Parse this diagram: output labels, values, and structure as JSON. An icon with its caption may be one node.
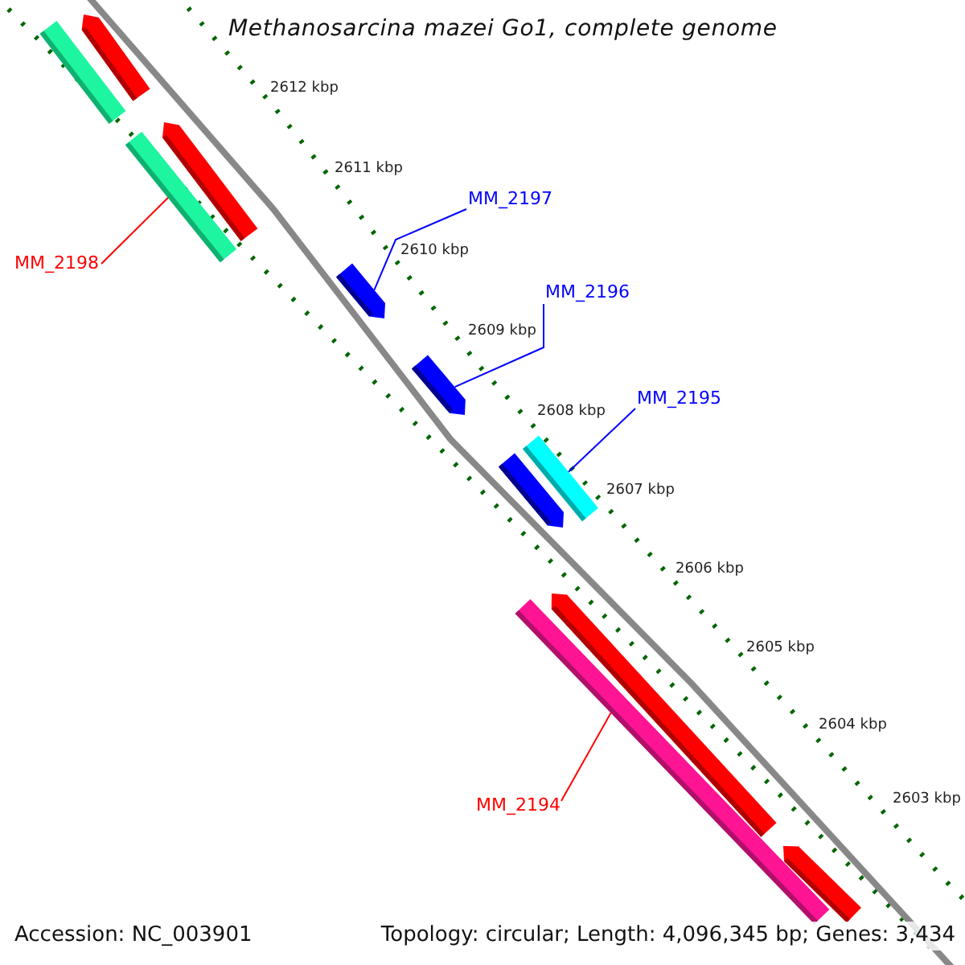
{
  "diagram": {
    "title": "Methanosarcina mazei Go1, complete genome",
    "nodes": [
      {
        "text": [
          "MM_2197"
        ]
      },
      {
        "text": [
          "MM_2196"
        ]
      },
      {
        "text": [
          "MM_2195"
        ]
      },
      {
        "text": [
          "MM_2198"
        ]
      },
      {
        "text": [
          "MM_2194"
        ]
      },
      {
        "text": [],
        "shape": "bar"
      },
      {
        "text": [],
        "shape": "bar"
      },
      {
        "text": [],
        "shape": "bar"
      },
      {
        "text": [],
        "shape": "bar"
      },
      {
        "text": [],
        "shape": "bar"
      },
      {
        "text": [],
        "shape": "bar"
      },
      {
        "text": [],
        "shape": "bar"
      },
      {
        "text": [],
        "shape": "bar"
      },
      {
        "text": [],
        "shape": "bar"
      },
      {
        "text": [],
        "shape": "bar"
      },
      {
        "text": [],
        "shape": "bar"
      }
    ],
    "edges": [
      {
        "from": 0,
        "to": 9,
        "arrow": "none"
      },
      {
        "from": 1,
        "to": 10,
        "arrow": "none"
      },
      {
        "from": 2,
        "to": 11,
        "arrow": "none"
      },
      {
        "from": 3,
        "to": 6,
        "arrow": "none",
        "color": "#ff0000"
      },
      {
        "from": 4,
        "to": 13,
        "arrow": "none",
        "color": "#ff0000"
      }
    ],
    "labels": [
      "2612 kbp",
      "2611 kbp",
      "2610 kbp",
      "2609 kbp",
      "2608 kbp",
      "2607 kbp",
      "2606 kbp",
      "2605 kbp",
      "2604 kbp",
      "2603 kbp",
      "Accession: NC_003901",
      "Topology: circular; Length: 4,096,345 bp; Genes: 3,434"
    ]
  }
}
